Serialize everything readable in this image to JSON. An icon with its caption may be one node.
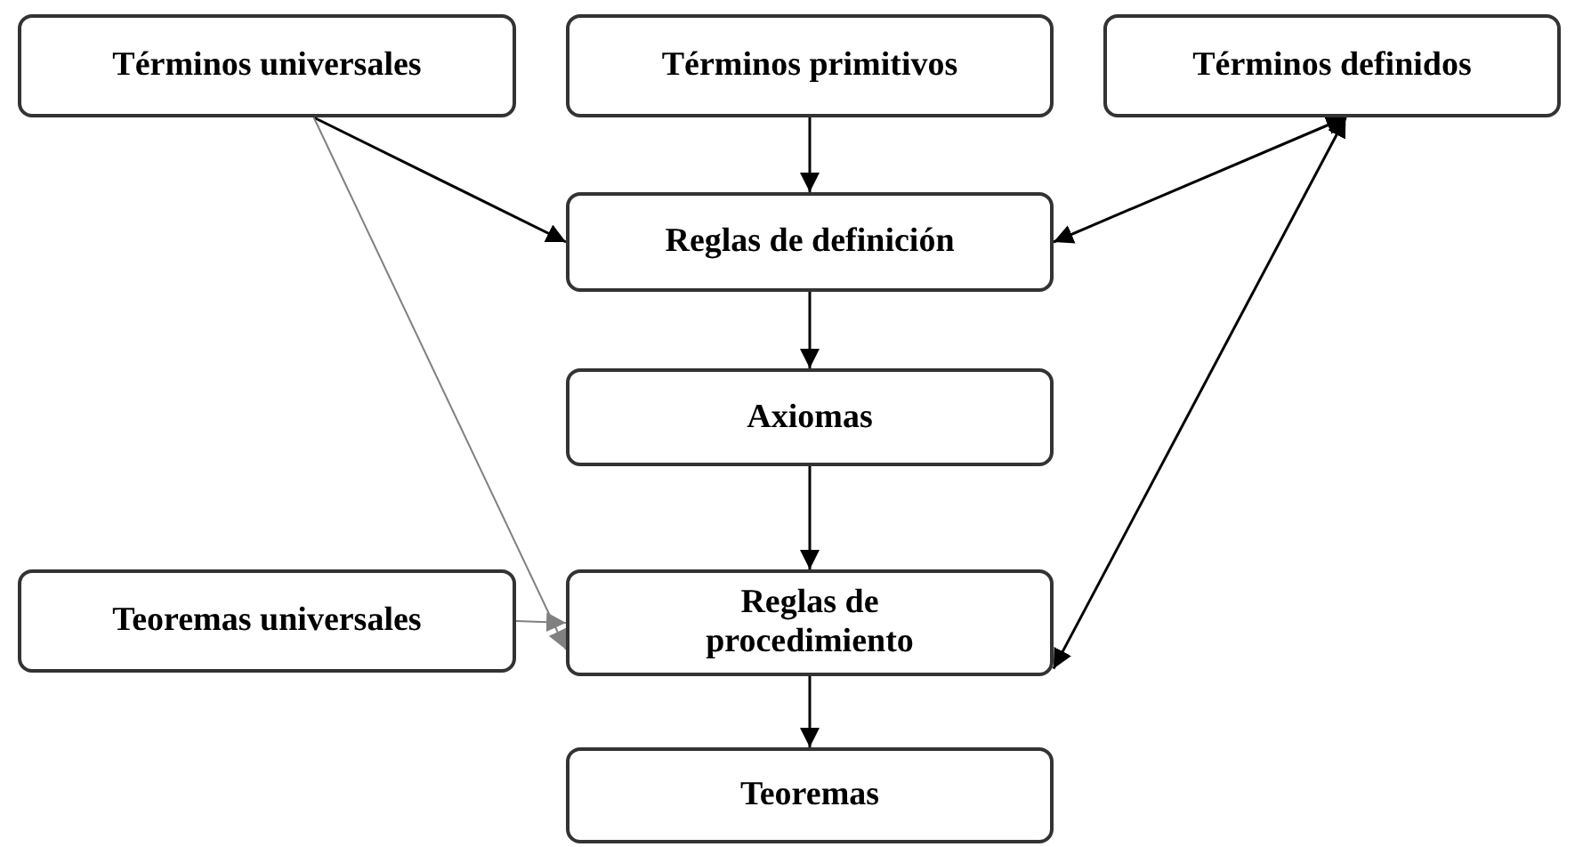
{
  "diagram": {
    "nodes": [
      {
        "text": [
          "Términos universales"
        ]
      },
      {
        "text": [
          "Términos primitivos"
        ]
      },
      {
        "text": [
          "Términos definidos"
        ]
      },
      {
        "text": [
          "Reglas de definición"
        ]
      },
      {
        "text": [
          "Axiomas"
        ]
      },
      {
        "text": [
          "Teoremas universales"
        ]
      },
      {
        "text": [
          "Reglas de procedimiento"
        ]
      },
      {
        "text": [
          "Teoremas"
        ]
      }
    ],
    "edges": [
      {
        "from": 0,
        "to": 3,
        "arrow": "to"
      },
      {
        "from": 0,
        "to": 6,
        "arrow": "to",
        "color": "#808080"
      },
      {
        "from": 1,
        "to": 3,
        "arrow": "to"
      },
      {
        "from": 2,
        "to": 3,
        "arrow": "both"
      },
      {
        "from": 2,
        "to": 6,
        "arrow": "both"
      },
      {
        "from": 3,
        "to": 4,
        "arrow": "to"
      },
      {
        "from": 4,
        "to": 6,
        "arrow": "to"
      },
      {
        "from": 5,
        "to": 6,
        "arrow": "to",
        "color": "#808080"
      },
      {
        "from": 6,
        "to": 7,
        "arrow": "to"
      }
    ]
  }
}
